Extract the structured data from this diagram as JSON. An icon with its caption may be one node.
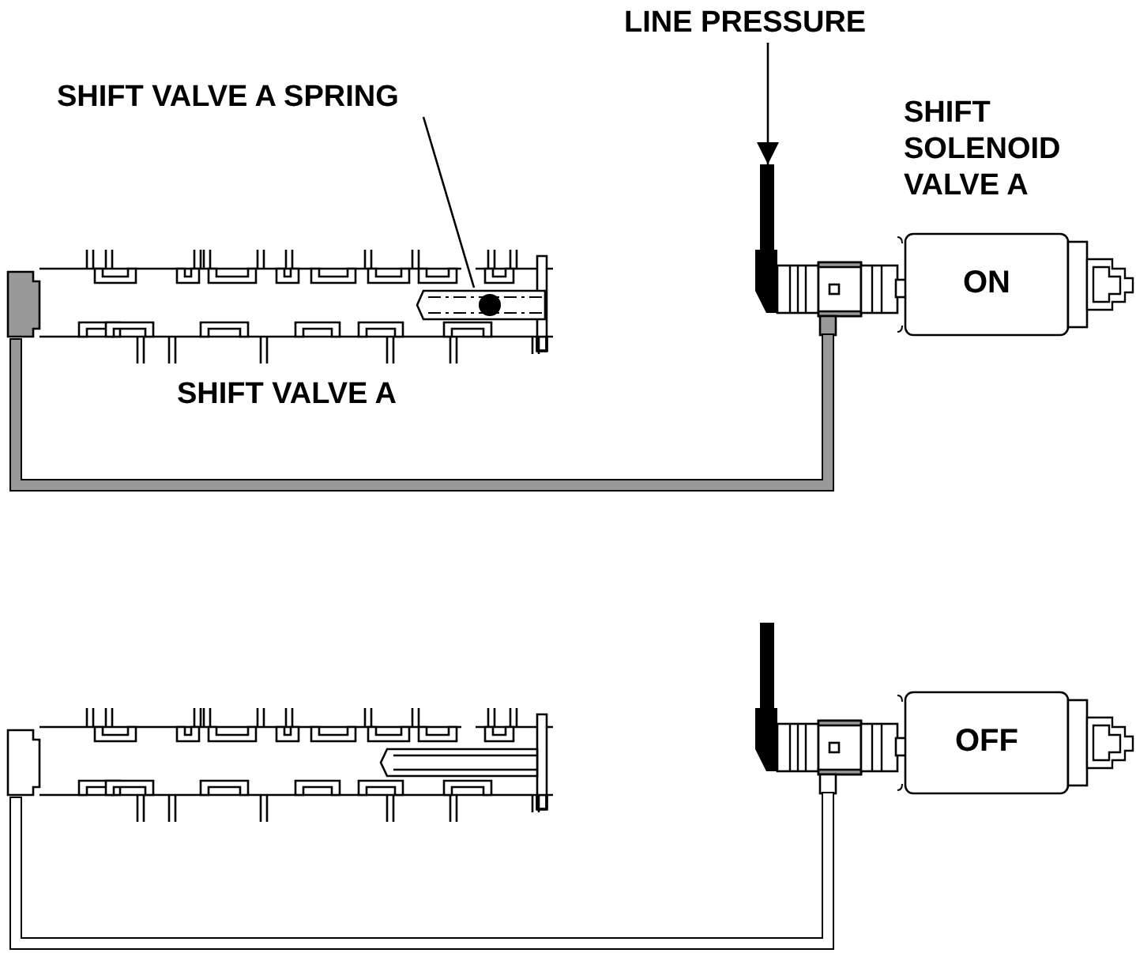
{
  "diagram": {
    "nodes": [
      {
        "text": [
          "LINE PRESSURE"
        ]
      },
      {
        "text": [],
        "shape": "bar"
      },
      {
        "text": [
          "SHIFT SOLENOID VALVE A",
          "ON"
        ]
      },
      {
        "text": [
          "SHIFT VALVE A SPRING"
        ]
      },
      {
        "text": [],
        "shape": "valve",
        "beside": [
          "SHIFT VALVE A"
        ]
      },
      {
        "text": [],
        "shape": "spring",
        "in": 4
      },
      {
        "text": [],
        "shape": "bar"
      },
      {
        "text": [
          "OFF"
        ]
      },
      {
        "text": [],
        "shape": "valve"
      }
    ],
    "edges": [
      {
        "from": 0,
        "to": 1,
        "arrow": "to"
      },
      {
        "from": 3,
        "to": 5,
        "arrow": "none"
      },
      {
        "from": 2,
        "to": 4,
        "arrow": "none",
        "style": "thick",
        "color": "#999999"
      },
      {
        "from": 7,
        "to": 8,
        "arrow": "none",
        "style": "thick",
        "color": "#ffffff"
      }
    ]
  }
}
